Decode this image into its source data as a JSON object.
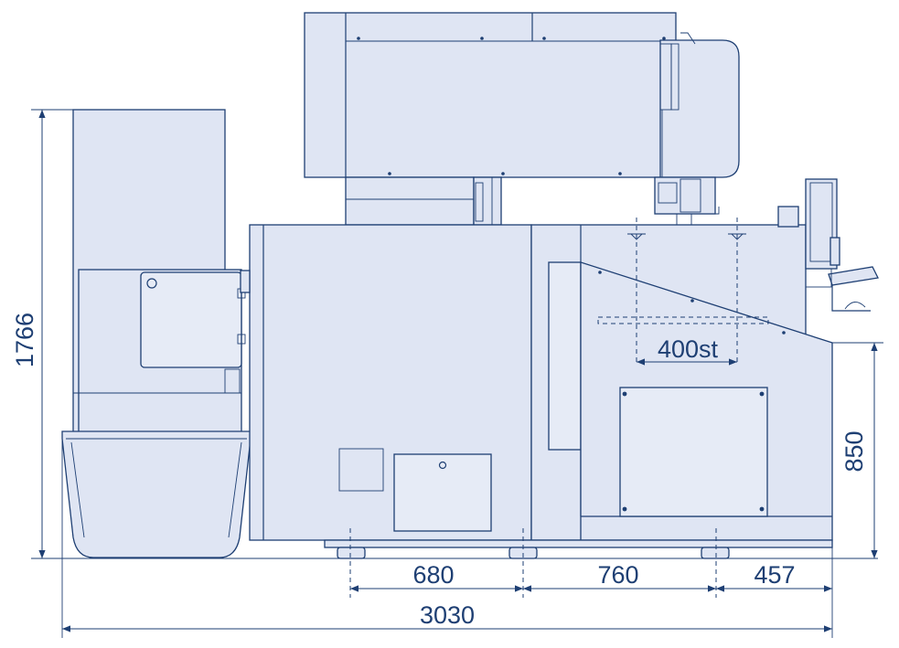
{
  "colors": {
    "line": "#1e3f73",
    "fill": "#dfe5f3",
    "background": "#ffffff"
  },
  "dimensions": {
    "overall_height": "1766",
    "working_height": "850",
    "stroke": "400st",
    "segment_1": "680",
    "segment_2": "760",
    "segment_3": "457",
    "overall_length": "3030"
  }
}
